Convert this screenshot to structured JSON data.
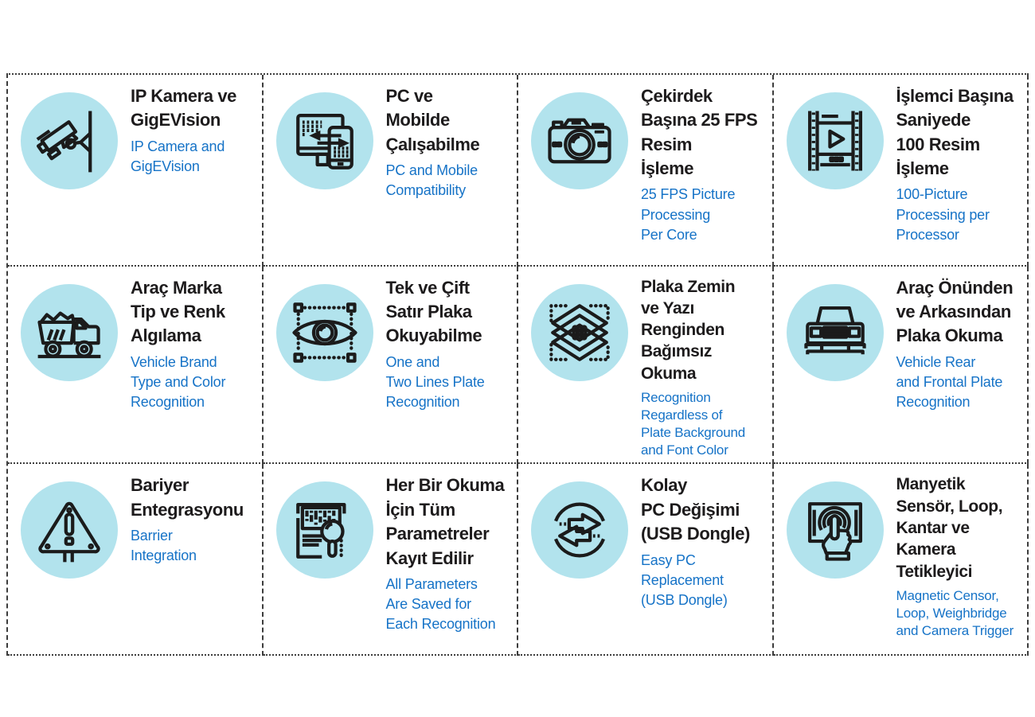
{
  "colors": {
    "circle": "#b2e3ed",
    "title": "#1d1b1c",
    "accent": "#1673c7",
    "border": "#3d3d3d"
  },
  "cells": [
    {
      "icon": "cctv-camera",
      "title": "IP Kamera ve\nGigEVision",
      "subtitle": "IP Camera and\nGigEVision"
    },
    {
      "icon": "pc-and-mobile",
      "title": "PC ve\nMobilde\nÇalışabilme",
      "subtitle": "PC and Mobile\nCompatibility"
    },
    {
      "icon": "photo-camera",
      "title": "Çekirdek\nBaşına 25 FPS\nResim\nİşleme",
      "subtitle": "25 FPS Picture\nProcessing\nPer Core"
    },
    {
      "icon": "film-strip",
      "title": "İşlemci Başına\nSaniyede\n100 Resim\nİşleme",
      "subtitle": "100-Picture\nProcessing per\nProcessor"
    },
    {
      "icon": "dump-truck",
      "title": "Araç Marka\nTip ve Renk\nAlgılama",
      "subtitle": "Vehicle Brand\nType and Color\nRecognition"
    },
    {
      "icon": "eye-scan",
      "title": "Tek ve Çift\nSatır Plaka\nOkuyabilme",
      "subtitle": "One and\nTwo Lines Plate\nRecognition"
    },
    {
      "icon": "layered-plates",
      "title": "Plaka Zemin\nve Yazı\nRenginden\nBağımsız\nOkuma",
      "subtitle": "Recognition\nRegardless of\nPlate Background\nand Font Color"
    },
    {
      "icon": "car-front",
      "title": "Araç Önünden\nve Arkasından\nPlaka Okuma",
      "subtitle": "Vehicle Rear\nand Frontal Plate\nRecognition"
    },
    {
      "icon": "barrier-warning",
      "title": "Bariyer\nEntegrasyonu",
      "subtitle": "Barrier\nIntegration"
    },
    {
      "icon": "parameters-log",
      "title": "Her Bir Okuma\nİçin Tüm\nParametreler\nKayıt Edilir",
      "subtitle": "All Parameters\nAre Saved for\nEach Recognition"
    },
    {
      "icon": "swap-arrows",
      "title": "Kolay\nPC Değişimi\n(USB Dongle)",
      "subtitle": "Easy PC\nReplacement\n(USB Dongle)"
    },
    {
      "icon": "touch-trigger",
      "title": "Manyetik\nSensör, Loop,\nKantar ve\nKamera\nTetikleyici",
      "subtitle": "Magnetic Censor,\nLoop, Weighbridge\nand Camera Trigger"
    }
  ]
}
